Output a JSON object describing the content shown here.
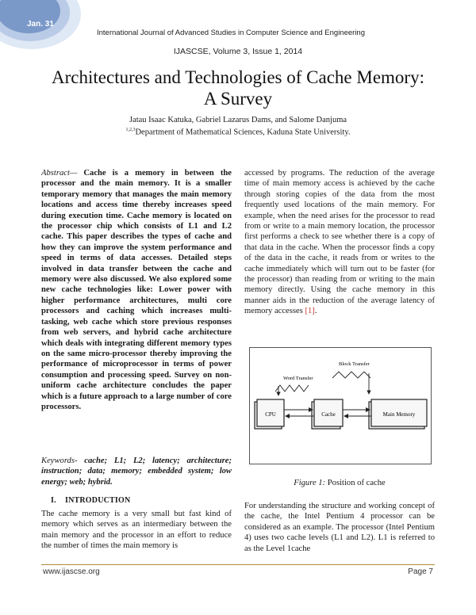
{
  "header": {
    "date_badge": "Jan. 31",
    "journal_name": "International Journal of Advanced Studies in Computer Science and Engineering",
    "issue": "IJASCSE, Volume 3, Issue 1, 2014",
    "badge_color": "#7a98c8"
  },
  "paper": {
    "title_line1": "Architectures and Technologies of Cache Memory:",
    "title_line2": "A Survey",
    "authors": "Jatau Isaac Katuka, Gabriel Lazarus Dams, and Salome Danjuma",
    "affiliation_sup": "1,2,3",
    "affiliation": "Department of Mathematical Sciences, Kaduna State University."
  },
  "abstract": {
    "lead": "Abstract—",
    "text": " Cache is a memory in between the processor and the main memory. It is a smaller temporary memory that manages the main memory locations and access time thereby increases speed during execution time. Cache memory is located on the processor chip which consists of L1 and L2 cache. This paper describes the types of cache and how they can improve the system performance and speed in terms of data accesses. Detailed steps involved in data transfer between the cache and memory were also discussed. We also explored some new cache technologies like: Lower power with higher performance architectures, multi core processors and caching which increases multi-tasking, web cache which store previous responses from web servers, and hybrid cache architecture which deals with integrating different memory types on the same micro-processor thereby improving the performance of microprocessor in terms of power consumption and processing speed. Survey on non-uniform cache architecture concludes the paper which is a future approach to a large number of core processors."
  },
  "keywords": {
    "lead": "Keywords-",
    "text": " cache; L1; L2; latency; architecture; instruction; data; memory; embedded system; low energy; web; hybrid."
  },
  "section1": {
    "number": "I.",
    "title": "INTRODUCTION",
    "text": "The cache memory is a very small but fast kind of memory which serves as an intermediary between the main memory and the processor in an effort to reduce the number of times the main memory is"
  },
  "right_column": {
    "para1": "accessed by programs. The reduction of the average time of main memory access is achieved by the cache through storing copies of the data from the most frequently used locations of the main memory. For example, when the need arises for the processor to read from or write to a main memory location, the processor first performs a check to see whether there is a copy of that data in the cache. When the processor finds a copy of the data in the cache, it reads from or writes to the cache immediately which will turn out to be faster (for the processor) than reading from or writing to the main memory directly. Using the cache memory in this manner aids in the reduction of the average latency of memory accesses ",
    "para1_ref": "[1]",
    "para1_end": ".",
    "para2": "For understanding the structure and working concept of the cache, the Intel Pentium 4 processor can be considered as an example. The processor (Intel Pentium 4) uses two cache levels (L1 and L2). L1 is referred to as the Level 1cache"
  },
  "figure": {
    "word_transfer": "Word Transfer",
    "block_transfer": "Block Transfer",
    "cpu": "CPU",
    "cache": "Cache",
    "main_memory": "Main Memory",
    "caption_label": "Figure 1:",
    "caption_text": " Position of cache"
  },
  "footer": {
    "website": "www.ijascse.org",
    "page": "Page 7",
    "rule_color": "#b48b3a"
  }
}
